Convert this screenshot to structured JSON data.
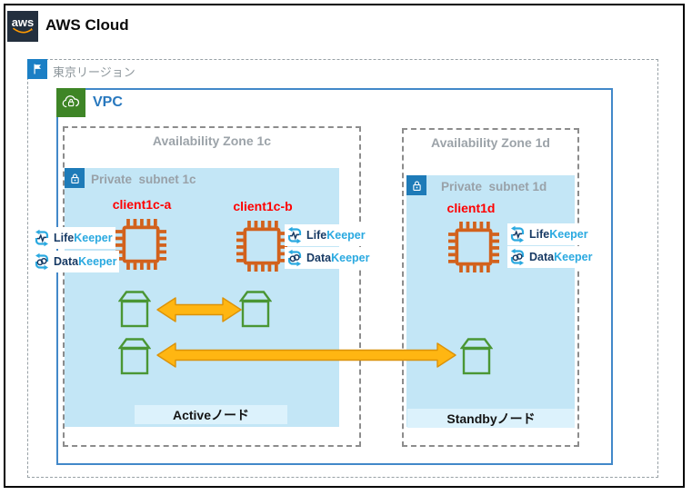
{
  "window": {
    "title": "AWS Cloud"
  },
  "aws_logo_text": "aws",
  "region": {
    "label": "東京リージョン"
  },
  "vpc": {
    "label": "VPC"
  },
  "zones": [
    {
      "label": "Availability Zone 1c",
      "subnet_label": "Private  subnet 1c",
      "role_label": "Activeノード",
      "instances": [
        {
          "name": "client1c-a"
        },
        {
          "name": "client1c-b"
        }
      ]
    },
    {
      "label": "Availability Zone 1d",
      "subnet_label": "Private  subnet 1d",
      "role_label": "Standbyノード",
      "instances": [
        {
          "name": "client1d"
        }
      ]
    }
  ],
  "products": {
    "lifekeeper": {
      "bold": "Life",
      "rest": "Keeper"
    },
    "datakeeper": {
      "bold": "Data",
      "rest": "Keeper"
    }
  },
  "icons": {
    "aws_logo": "aws-smile-logo",
    "region": "flag-icon",
    "vpc": "private-cloud-icon",
    "subnet": "lock-icon",
    "instance": "ec2-chip-icon",
    "volume": "storage-volume-icon",
    "replication": "double-arrow-icon",
    "lifekeeper": "sync-pulse-icon",
    "datakeeper": "sync-circles-icon"
  },
  "colors": {
    "aws_navy": "#232F3E",
    "region_icon_blue": "#1B7FC5",
    "vpc_icon_green": "#3E8526",
    "vpc_border_blue": "#4288C9",
    "vpc_text_blue": "#2878BE",
    "subnet_bg_blue": "#C3E6F6",
    "subnet_icon_blue": "#1E7BB8",
    "zone_gray": "#8C8C8C",
    "chip_orange": "#D2611C",
    "bucket_green": "#4A9634",
    "arrow_yellow": "#FFB612",
    "client_red": "#FF0000",
    "keeper_navy": "#173A64",
    "keeper_blue": "#2AA9E0",
    "role_bg_blue": "#DCF2FC"
  }
}
